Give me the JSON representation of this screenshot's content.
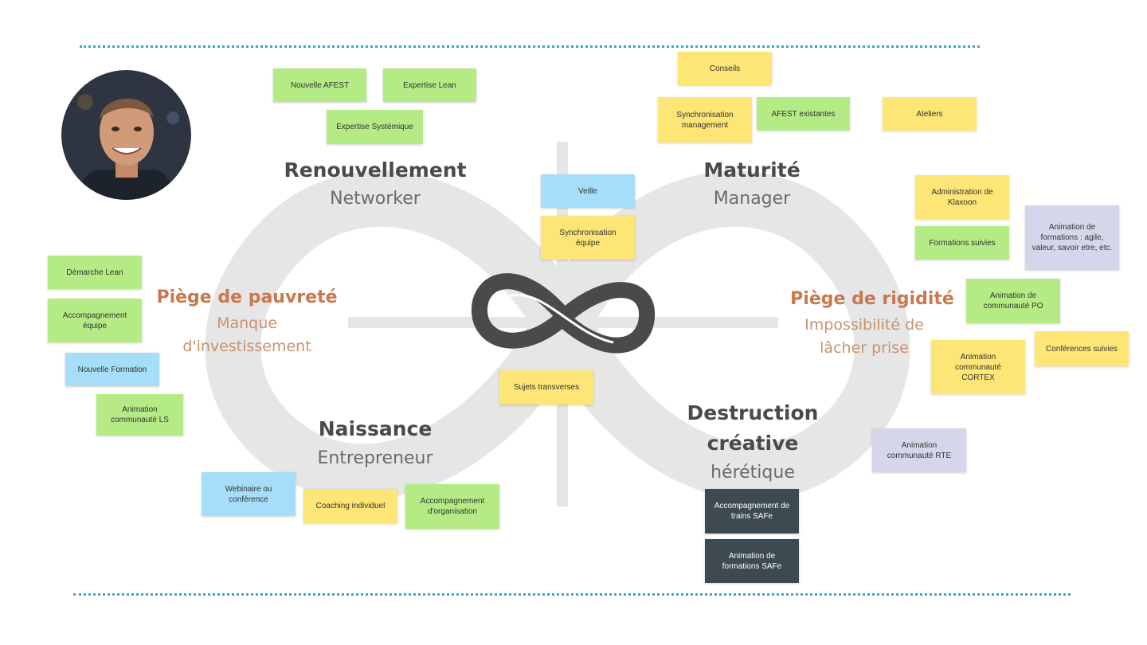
{
  "colors": {
    "note_green": "#b4eb85",
    "note_yellow": "#fde576",
    "note_blue": "#a6ddf8",
    "note_lavender": "#d6d6ea",
    "note_dark": "#3e4a52",
    "trap_text": "#c8784e",
    "dotted_border": "#3aa7b6",
    "infinity_background": "#e6e6e6"
  },
  "phases": {
    "renouvellement": {
      "title": "Renouvellement",
      "subtitle": "Networker"
    },
    "maturite": {
      "title": "Maturité",
      "subtitle": "Manager"
    },
    "naissance": {
      "title": "Naissance",
      "subtitle": "Entrepreneur"
    },
    "destruction": {
      "title_line1": "Destruction",
      "title_line2": "créative",
      "subtitle": "hérétique"
    }
  },
  "traps": {
    "pauvrete": {
      "title": "Piège de pauvreté",
      "line1": "Manque",
      "line2": "d'investissement"
    },
    "rigidite": {
      "title": "Piège de rigidité",
      "line1": "Impossibilité de",
      "line2": "lâcher prise"
    }
  },
  "notes": {
    "nouvelle_afest": "Nouvelle AFEST",
    "expertise_lean": "Expertise Lean",
    "expertise_systemique": "Expertise Systémique",
    "conseils": "Conseils",
    "synchronisation_management": "Synchronisation management",
    "afest_existantes": "AFEST existantes",
    "ateliers": "Ateliers",
    "veille": "Veille",
    "synchronisation_equipe": "Synchronisation équipe",
    "administration_klaxoon": "Administration de Klaxoon",
    "formations_suivies": "Formations suivies",
    "animation_formations": "Animation de formations : agile, valeur, savoir etre, etc.",
    "demarche_lean": "Démarche Lean",
    "accompagnement_equipe": "Accompagnement équipe",
    "nouvelle_formation": "Nouvelle Formation",
    "animation_ls": "Animation communauté LS",
    "animation_po": "Animation de communauté PO",
    "conferences_suivies": "Conférences suivies",
    "animation_cortex": "Animation communauté CORTEX",
    "sujets_transverses": "Sujets transverses",
    "animation_rte": "Animation communauté RTE",
    "webinaire": "Webinaire ou conférence",
    "coaching_individuel": "Coaching individuel",
    "accompagnement_organisation": "Accompagnement d'organisation",
    "accompagnement_safe": "Accompagnement de trains SAFe",
    "animation_safe": "Animation de formations SAFe"
  }
}
